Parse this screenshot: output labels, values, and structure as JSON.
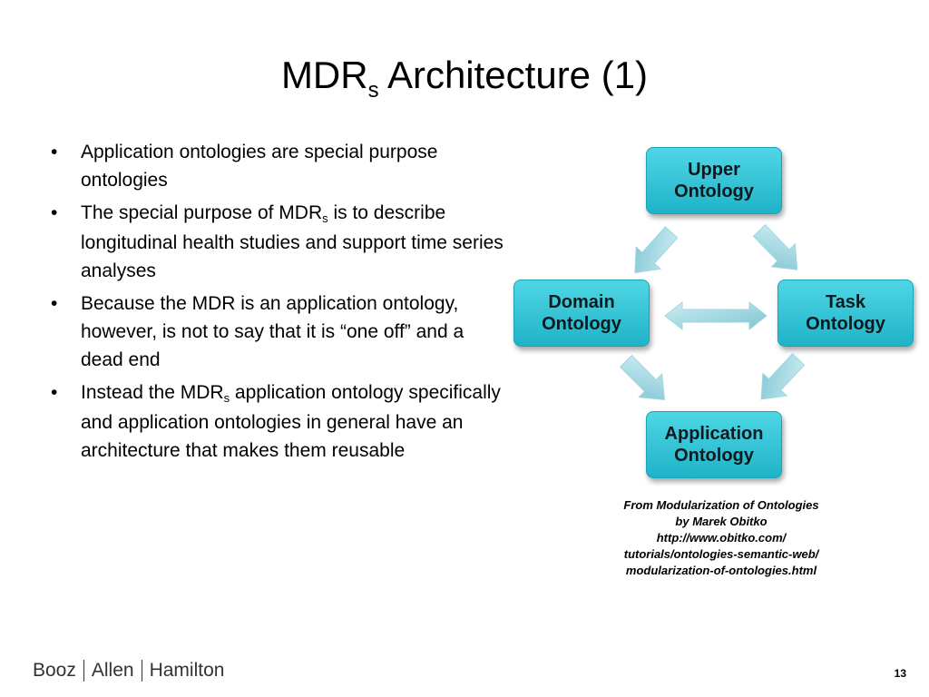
{
  "slide": {
    "title_main": "MDR",
    "title_sub": "s",
    "title_rest": " Architecture (1)"
  },
  "bullets": [
    {
      "parts": [
        {
          "t": "Application ontologies are special purpose ontologies"
        }
      ]
    },
    {
      "parts": [
        {
          "t": "The special purpose of MDR"
        },
        {
          "t": "s",
          "sub": true
        },
        {
          "t": " is to describe longitudinal health studies and support time series analyses"
        }
      ]
    },
    {
      "parts": [
        {
          "t": "Because the MDR is an application ontology, however, is not to say that it is “one off” and a dead end"
        }
      ]
    },
    {
      "parts": [
        {
          "t": "Instead the MDR"
        },
        {
          "t": "s",
          "sub": true
        },
        {
          "t": " application ontology specifically and application ontologies in general have an architecture that makes them reusable"
        }
      ]
    }
  ],
  "bullet_char": "•",
  "diagram": {
    "nodes": {
      "upper": "Upper Ontology",
      "domain": "Domain Ontology",
      "task": "Task Ontology",
      "application": "Application Ontology"
    },
    "colors": {
      "node": "#2cc3d6",
      "arrow": "#8fd3df"
    }
  },
  "credit": [
    "From Modularization of Ontologies",
    "by Marek Obitko",
    "http://www.obitko.com/",
    "tutorials/ontologies-semantic-web/",
    "modularization-of-ontologies.html"
  ],
  "footer": {
    "logo_parts": [
      "Booz",
      "Allen",
      "Hamilton"
    ],
    "page_number": "13"
  }
}
